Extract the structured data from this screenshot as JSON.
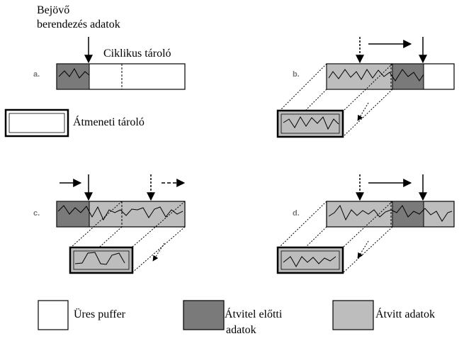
{
  "labels": {
    "incoming_line1": "Bejövő",
    "incoming_line2": "berendezés adatok",
    "cyclic_buffer": "Ciklikus tároló",
    "temp_buffer": "Átmeneti tároló"
  },
  "panels": [
    "a.",
    "b.",
    "c.",
    "d."
  ],
  "legend": [
    {
      "label_line1": "Üres puffer",
      "label_line2": "",
      "color": "#ffffff"
    },
    {
      "label_line1": "Átvitel előtti",
      "label_line2": "adatok",
      "color": "#7a7a7a"
    },
    {
      "label_line1": "Átvitt adatok",
      "label_line2": "",
      "color": "#bdbdbd"
    }
  ],
  "colors": {
    "empty": "#ffffff",
    "pre_transfer": "#7a7a7a",
    "transferred": "#bdbdbd"
  }
}
